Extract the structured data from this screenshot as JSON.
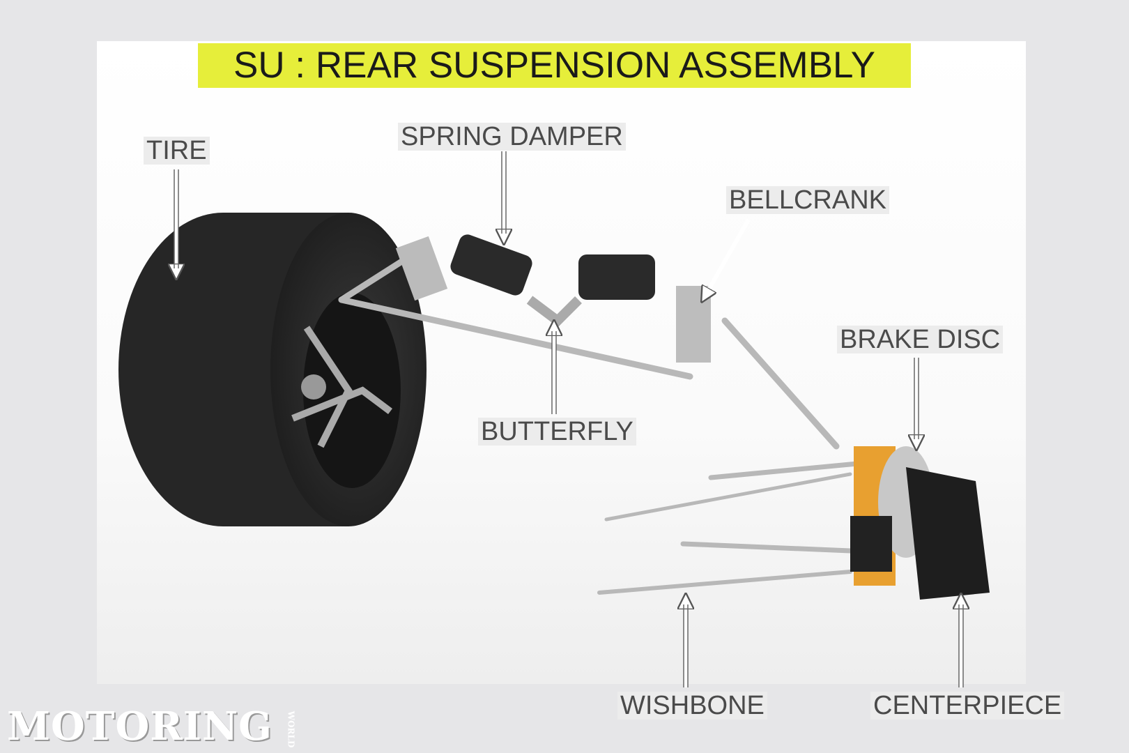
{
  "title": "SU : REAR SUSPENSION ASSEMBLY",
  "labels": {
    "tire": "TIRE",
    "spring_damper": "SPRING DAMPER",
    "bellcrank": "BELLCRANK",
    "brake_disc": "BRAKE DISC",
    "butterfly": "BUTTERFLY",
    "wishbone": "WISHBONE",
    "centerpiece": "CENTERPIECE"
  },
  "watermark": {
    "main": "MOTORING",
    "sub": "WORLD"
  },
  "colors": {
    "title_highlight": "#e6ee3a",
    "caliper": "#e8a030",
    "tire": "#2a2a2a"
  }
}
